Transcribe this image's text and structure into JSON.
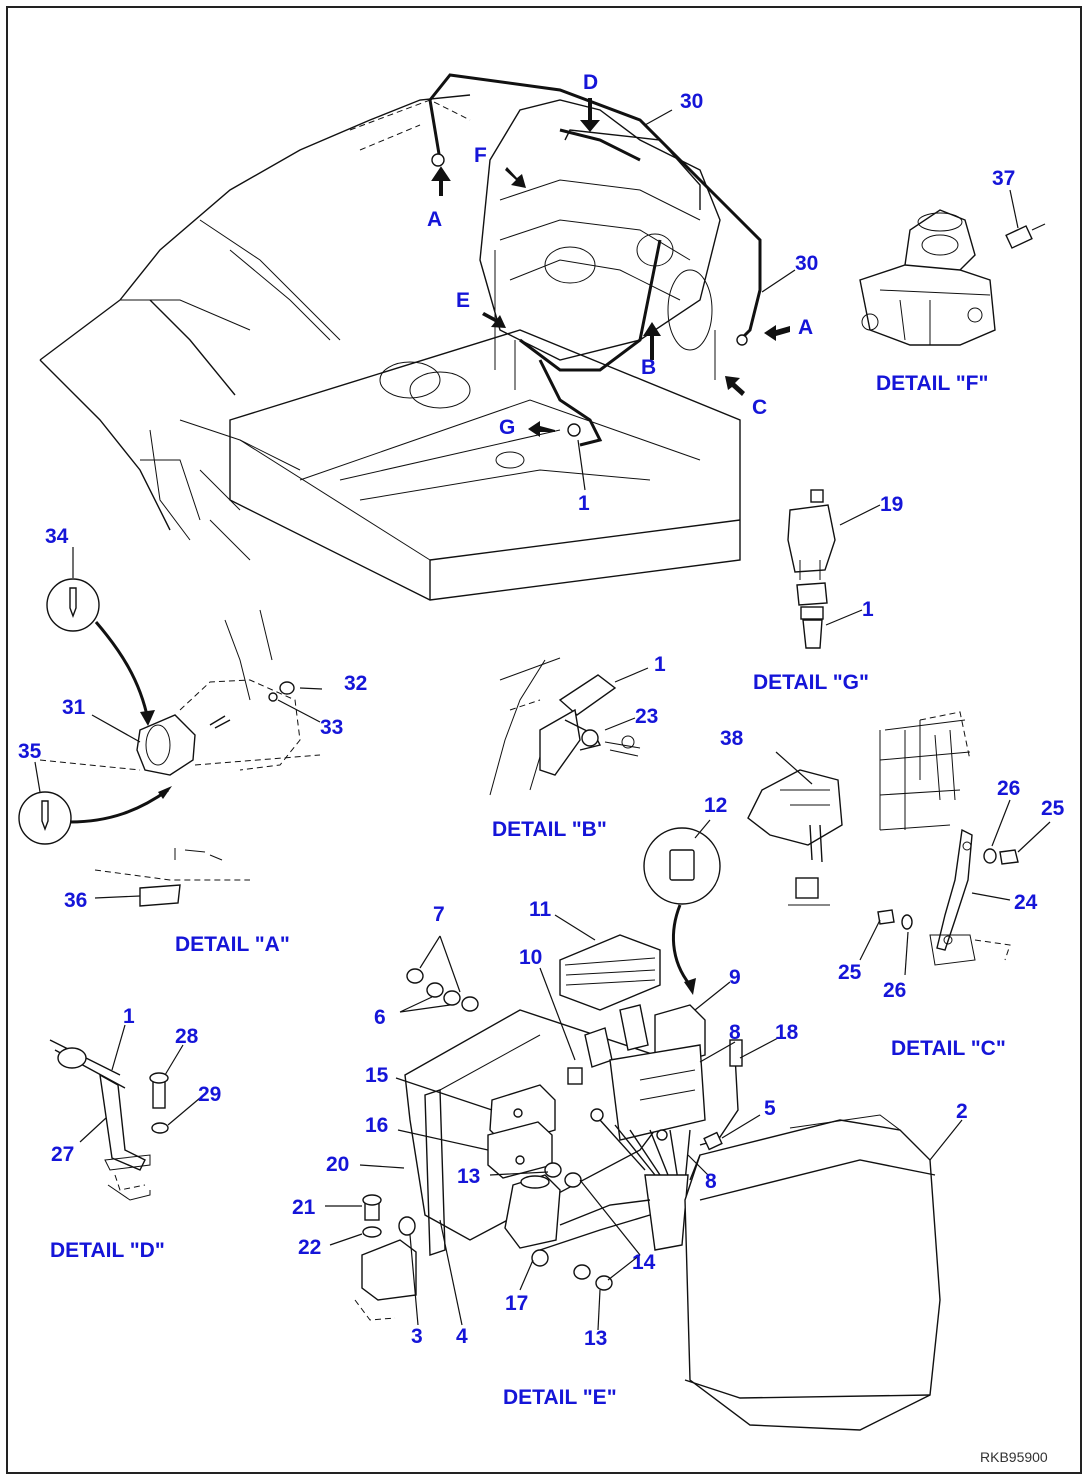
{
  "drawing_code": "RKB95900",
  "detail_titles": {
    "a": "DETAIL \"A\"",
    "b": "DETAIL \"B\"",
    "c": "DETAIL \"C\"",
    "d": "DETAIL \"D\"",
    "e": "DETAIL \"E\"",
    "f": "DETAIL \"F\"",
    "g": "DETAIL \"G\""
  },
  "arrow_letters": {
    "a1": "A",
    "a2": "A",
    "b": "B",
    "c": "C",
    "d": "D",
    "e": "E",
    "f": "F",
    "g": "G"
  },
  "main_view": {
    "p30a": "30",
    "p30b": "30",
    "p1": "1"
  },
  "detail_f": {
    "p37": "37"
  },
  "detail_g": {
    "p19": "19",
    "p1": "1"
  },
  "detail_a": {
    "p34": "34",
    "p31": "31",
    "p35": "35",
    "p32": "32",
    "p33": "33",
    "p36": "36"
  },
  "detail_b": {
    "p1": "1",
    "p23": "23"
  },
  "detail_c": {
    "p38": "38",
    "p26a": "26",
    "p25a": "25",
    "p24": "24",
    "p25b": "25",
    "p26b": "26"
  },
  "detail_d": {
    "p1": "1",
    "p28": "28",
    "p29": "29",
    "p27": "27"
  },
  "detail_e": {
    "p7": "7",
    "p11": "11",
    "p12": "12",
    "p6": "6",
    "p10": "10",
    "p9": "9",
    "p8a": "8",
    "p18": "18",
    "p15": "15",
    "p16": "16",
    "p20": "20",
    "p13a": "13",
    "p5": "5",
    "p8b": "8",
    "p2": "2",
    "p21": "21",
    "p22": "22",
    "p14": "14",
    "p17": "17",
    "p3": "3",
    "p4": "4",
    "p13b": "13"
  }
}
